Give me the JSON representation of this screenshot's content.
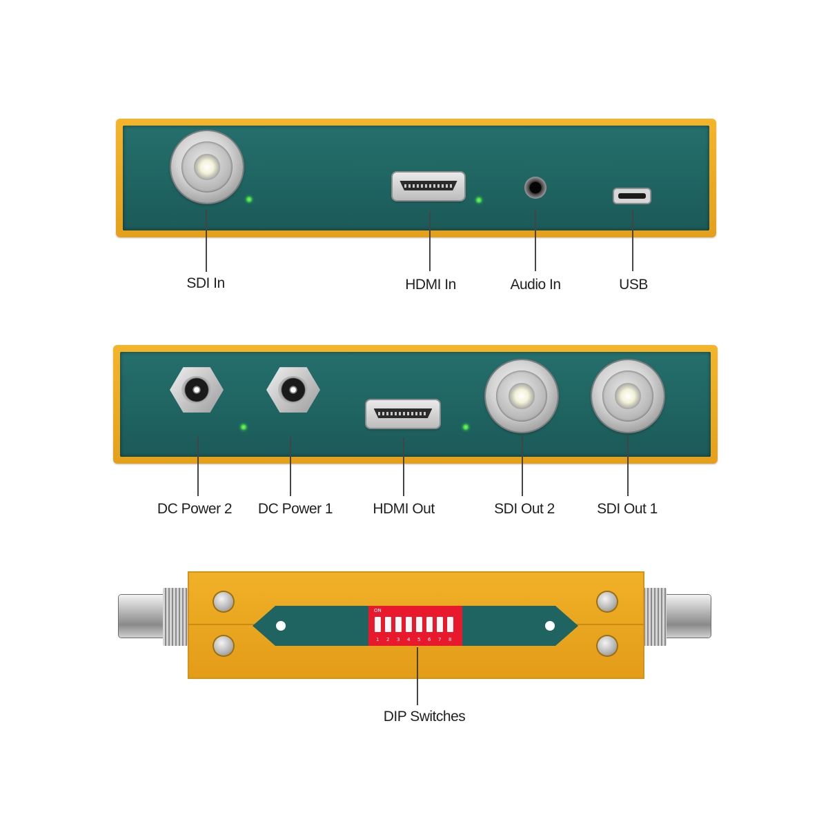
{
  "panels": {
    "top": {
      "labels": {
        "sdi_in": "SDI In",
        "hdmi_in": "HDMI In",
        "audio_in": "Audio In",
        "usb": "USB"
      }
    },
    "middle": {
      "labels": {
        "dc_power_2": "DC Power 2",
        "dc_power_1": "DC Power 1",
        "hdmi_out": "HDMI Out",
        "sdi_out_2": "SDI Out 2",
        "sdi_out_1": "SDI Out 1"
      }
    },
    "bottom": {
      "labels": {
        "dip_switches": "DIP Switches"
      },
      "dip": {
        "on_text": "ON",
        "numbers": [
          "1",
          "2",
          "3",
          "4",
          "5",
          "6",
          "7",
          "8"
        ]
      }
    }
  },
  "colors": {
    "housing": "#f0b128",
    "face": "#1f6461",
    "led": "#3ddb3d",
    "dip": "#e8192c"
  }
}
